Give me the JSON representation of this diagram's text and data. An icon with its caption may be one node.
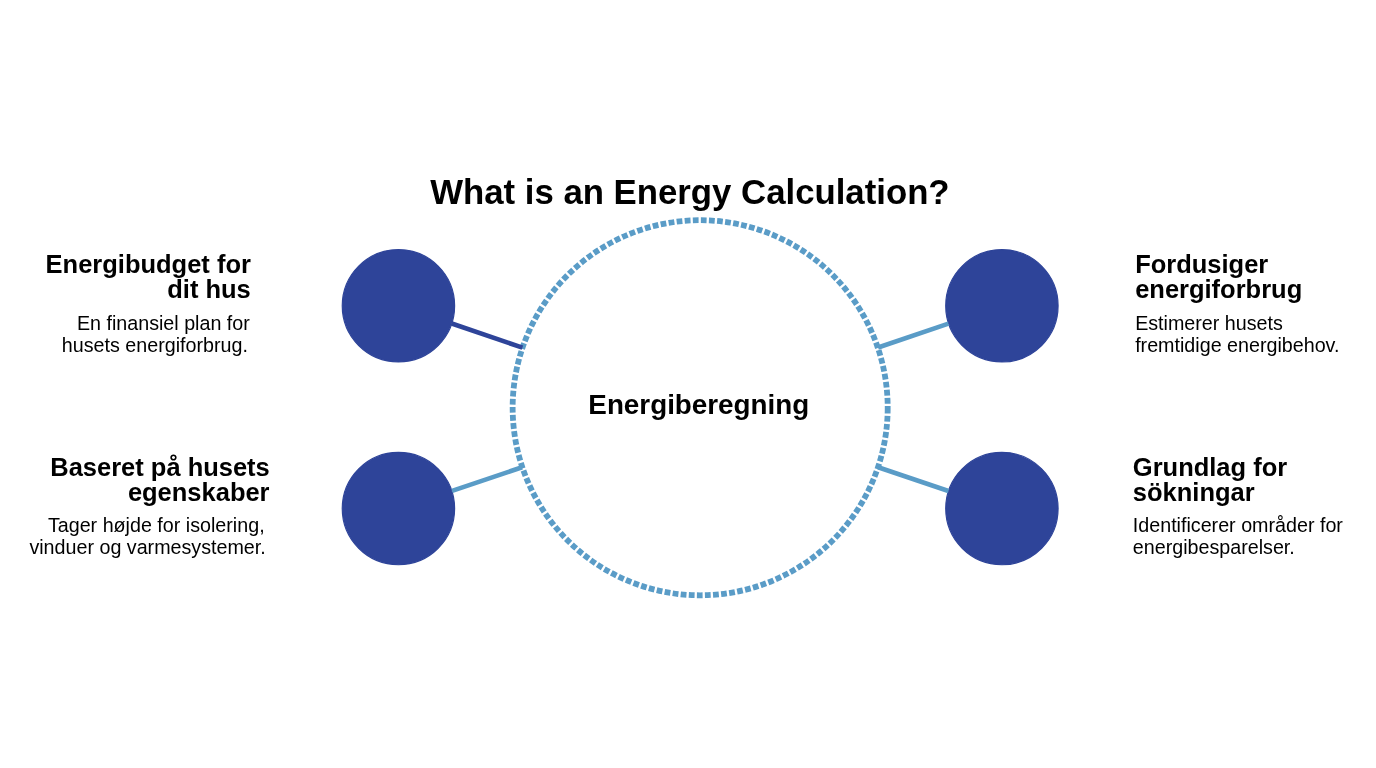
{
  "diagram": {
    "title": "What is an Energy Calculation?",
    "nodes": [
      {
        "text": [],
        "shape": "circle",
        "beside": [
          "Energibudget for dit hus",
          "En finansiel plan for husets energiforbrug."
        ]
      },
      {
        "text": [],
        "shape": "circle",
        "beside": [
          "Fordusiger energiforbrug",
          "Estimerer husets fremtidige energibehov."
        ]
      },
      {
        "text": [
          "Energiberegning"
        ]
      },
      {
        "text": [],
        "shape": "circle",
        "beside": [
          "Baseret på husets egenskaber",
          "Tager højde for isolering, vinduer og varmesystemer."
        ]
      },
      {
        "text": [],
        "shape": "circle",
        "beside": [
          "Grundlag for sökningar",
          "Identificerer områder for energibesparelser."
        ]
      }
    ],
    "edges": [
      {
        "from": 0,
        "to": 2,
        "arrow": "none",
        "color": "#2e4499"
      },
      {
        "from": 2,
        "to": 1,
        "arrow": "none"
      },
      {
        "from": 3,
        "to": 2,
        "arrow": "none"
      },
      {
        "from": 2,
        "to": 4,
        "arrow": "none"
      }
    ]
  }
}
